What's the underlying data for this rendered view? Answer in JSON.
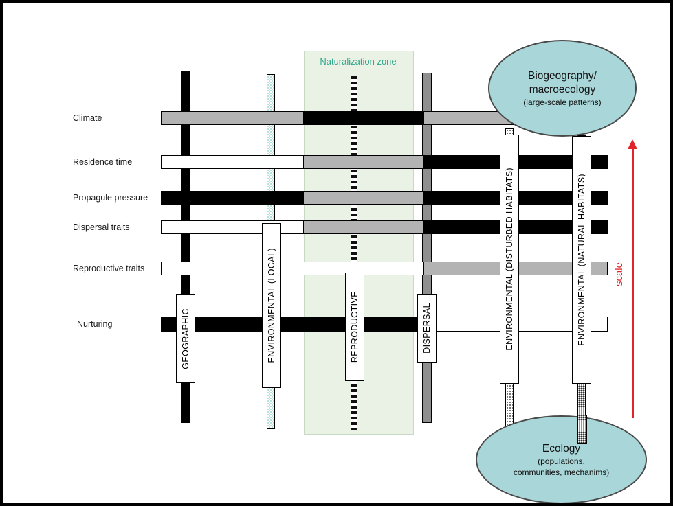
{
  "zone": {
    "label": "Naturalization zone"
  },
  "rows": [
    {
      "label": "Climate"
    },
    {
      "label": "Residence time"
    },
    {
      "label": "Propagule pressure"
    },
    {
      "label": "Dispersal traits"
    },
    {
      "label": "Reproductive traits"
    },
    {
      "label": "Nurturing"
    }
  ],
  "columns": [
    {
      "label": "GEOGRAPHIC"
    },
    {
      "label": "ENVIRONMENTAL (LOCAL)"
    },
    {
      "label": "REPRODUCTIVE"
    },
    {
      "label": "DISPERSAL"
    },
    {
      "label": "ENVIRONMENTAL (DISTURBED HABITATS)"
    },
    {
      "label": "ENVIRONMENTAL (NATURAL HABITATS)"
    }
  ],
  "ellipse_top": {
    "line1": "Biogeography/",
    "line2": "macroecology",
    "line3": "(large-scale patterns)"
  },
  "ellipse_bottom": {
    "line1": "Ecology",
    "line2": "(populations,",
    "line3": "communities, mechanims)"
  },
  "scale": {
    "label": "scale"
  },
  "colors": {
    "zone_bg": "#e9f2e4",
    "zone_label_text": "#2fa58c",
    "ellipse_fill": "#a9d6d9",
    "ellipse_border": "#4a4a4a",
    "arrow_red": "#e02429",
    "bar_gray": "#b3b3b3",
    "bar_dark_gray": "#8f8f8f",
    "bar_black": "#000000",
    "bar_white": "#ffffff",
    "checker_teal": "#b9e0da"
  }
}
